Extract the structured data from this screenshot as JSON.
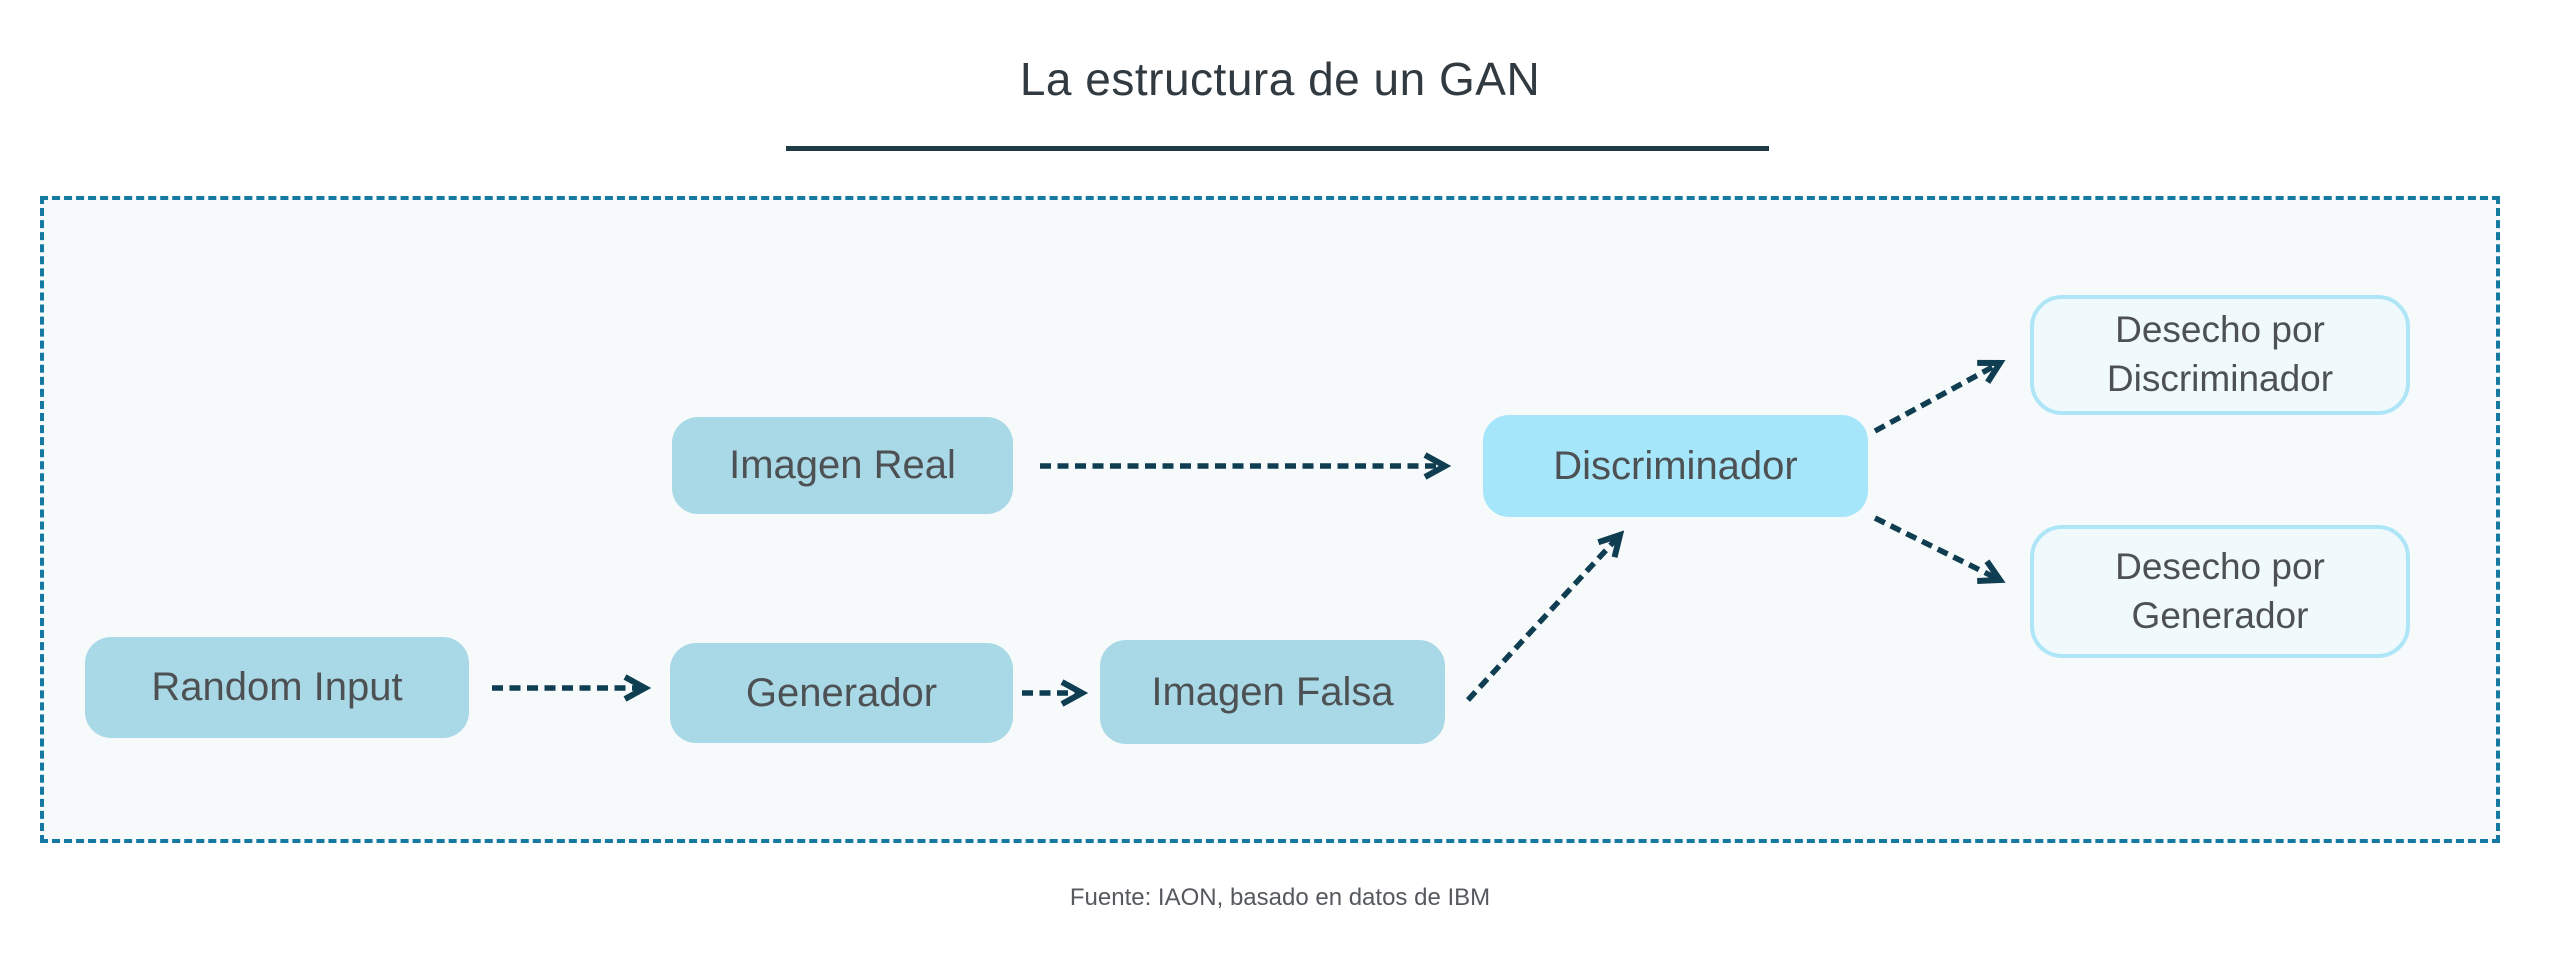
{
  "title": "La estructura de un GAN",
  "footer": {
    "source": "Fuente: IAON, basado en datos de IBM"
  },
  "nodes": {
    "random_input": {
      "label": "Random Input"
    },
    "generador": {
      "label": "Generador"
    },
    "imagen_falsa": {
      "label": "Imagen Falsa"
    },
    "imagen_real": {
      "label": "Imagen Real"
    },
    "discriminador": {
      "label": "Discriminador"
    },
    "desecho_discriminador": {
      "line1": "Desecho por",
      "line2": "Discriminador"
    },
    "desecho_generador": {
      "line1": "Desecho por",
      "line2": "Generador"
    }
  },
  "edges": [
    {
      "from": "Random Input",
      "to": "Generador",
      "style": "dashed-arrow"
    },
    {
      "from": "Generador",
      "to": "Imagen Falsa",
      "style": "dashed-arrow"
    },
    {
      "from": "Imagen Real",
      "to": "Discriminador",
      "style": "dashed-arrow"
    },
    {
      "from": "Imagen Falsa",
      "to": "Discriminador",
      "style": "dashed-arrow"
    },
    {
      "from": "Discriminador",
      "to": "Desecho por Discriminador",
      "style": "dashed-arrow"
    },
    {
      "from": "Discriminador",
      "to": "Desecho por Generador",
      "style": "dashed-arrow"
    }
  ],
  "colors": {
    "node-fill": "#a9d9e6",
    "highlight-fill": "#a5e6fa",
    "outline-node-border": "#aee6f8",
    "outline-node-fill": "#f0f9fc",
    "arrow-color": "#0f3d51",
    "frame-border": "#1579a1",
    "frame-fill": "#f7fafa",
    "title-color": "#303a40",
    "underline-color": "#1e3a45",
    "node-text": "#4d5154",
    "footer-text": "#55595d"
  }
}
